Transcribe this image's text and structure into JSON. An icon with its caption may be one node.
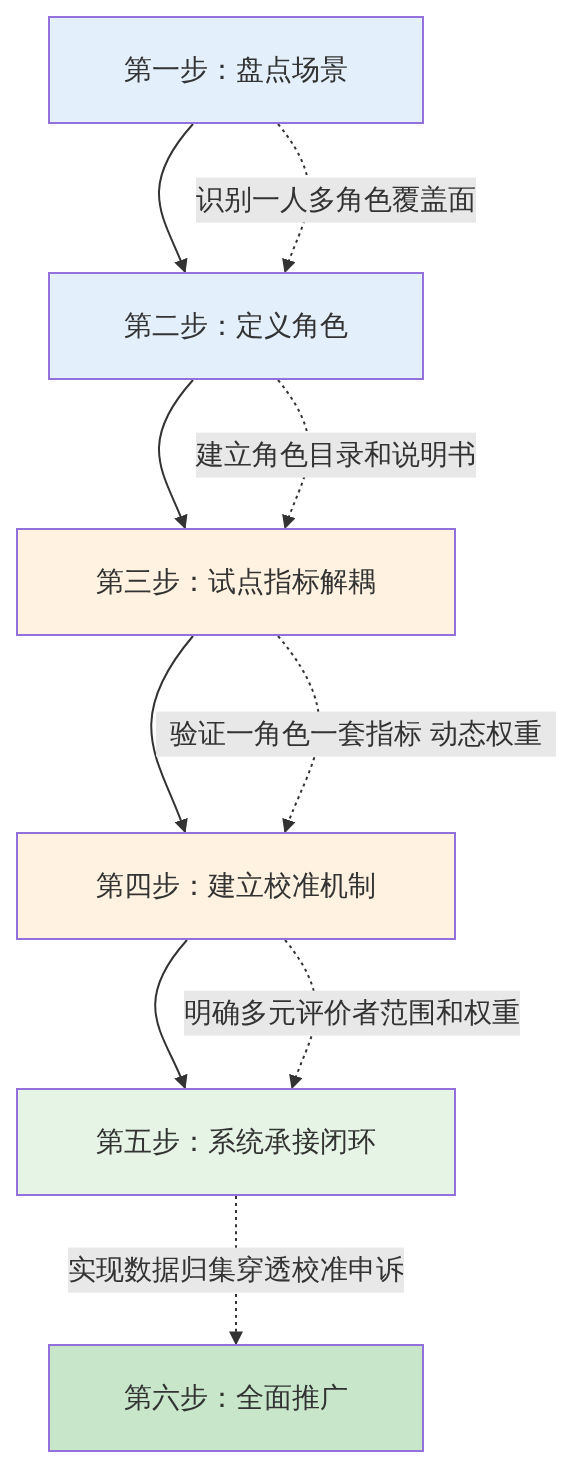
{
  "diagram": {
    "nodes": [
      {
        "text": [
          "第一步：盘点场景"
        ]
      },
      {
        "text": [
          "第二步：定义角色"
        ]
      },
      {
        "text": [
          "第三步：试点指标解耦"
        ]
      },
      {
        "text": [
          "第四步：建立校准机制"
        ]
      },
      {
        "text": [
          "第五步：系统承接闭环"
        ]
      },
      {
        "text": [
          "第六步：全面推广"
        ]
      }
    ],
    "edges": [
      {
        "from": 0,
        "to": 1,
        "arrow": "to"
      },
      {
        "from": 0,
        "to": 1,
        "arrow": "to",
        "style": "dashed",
        "label": "识别一人多角色覆盖面"
      },
      {
        "from": 1,
        "to": 2,
        "arrow": "to"
      },
      {
        "from": 1,
        "to": 2,
        "arrow": "to",
        "style": "dashed",
        "label": "建立角色目录和说明书"
      },
      {
        "from": 2,
        "to": 3,
        "arrow": "to"
      },
      {
        "from": 2,
        "to": 3,
        "arrow": "to",
        "style": "dashed",
        "label": "验证一角色一套指标 动态权重"
      },
      {
        "from": 3,
        "to": 4,
        "arrow": "to"
      },
      {
        "from": 3,
        "to": 4,
        "arrow": "to",
        "style": "dashed",
        "label": "明确多元评价者范围和权重"
      },
      {
        "from": 4,
        "to": 5,
        "arrow": "to",
        "style": "dashed",
        "label": "实现数据归集穿透校准申诉"
      }
    ]
  }
}
